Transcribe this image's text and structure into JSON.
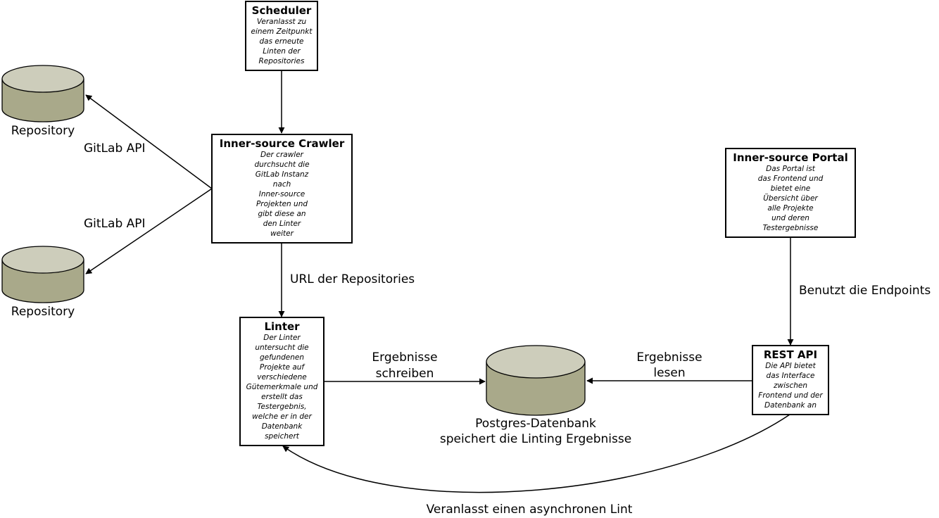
{
  "boxes": {
    "scheduler": {
      "title": "Scheduler",
      "desc": "Veranlasst zu\neinem Zeitpunkt\ndas erneute\nLinten der\nRepositories"
    },
    "crawler": {
      "title": "Inner-source Crawler",
      "desc": "Der crawler\ndurchsucht die\nGitLab Instanz\nnach\nInner-source\nProjekten und\ngibt diese an\nden Linter\nweiter"
    },
    "portal": {
      "title": "Inner-source Portal",
      "desc": "Das Portal ist\ndas Frontend und\nbietet eine\nÜbersicht über\nalle Projekte\nund deren\nTestergebnisse"
    },
    "linter": {
      "title": "Linter",
      "desc": "Der Linter\nuntersucht die\ngefundenen\nProjekte auf\nverschiedene\nGütemerkmale und\nerstellt das\nTestergebnis,\nwelche er in der\nDatenbank\nspeichert"
    },
    "restapi": {
      "title": "REST API",
      "desc": "Die API bietet\ndas Interface\nzwischen\nFrontend und der\nDatenbank an"
    }
  },
  "databases": {
    "repo_top": {
      "label": "Repository"
    },
    "repo_bottom": {
      "label": "Repository"
    },
    "postgres": {
      "label_line1": "Postgres-Datenbank",
      "label_line2": "speichert die Linting Ergebnisse"
    }
  },
  "edges": {
    "gitlab_api_top": "GitLab API",
    "gitlab_api_bottom": "GitLab API",
    "url_repos": "URL der Repositories",
    "results_write_1": "Ergebnisse",
    "results_write_2": "schreiben",
    "results_read_1": "Ergebnisse",
    "results_read_2": "lesen",
    "uses_endpoints": "Benutzt die Endpoints",
    "async_lint": "Veranlasst einen asynchronen Lint"
  },
  "colors": {
    "cylinder_body": "#a9a98a",
    "cylinder_top": "#cdcdbb",
    "stroke": "#000000"
  }
}
